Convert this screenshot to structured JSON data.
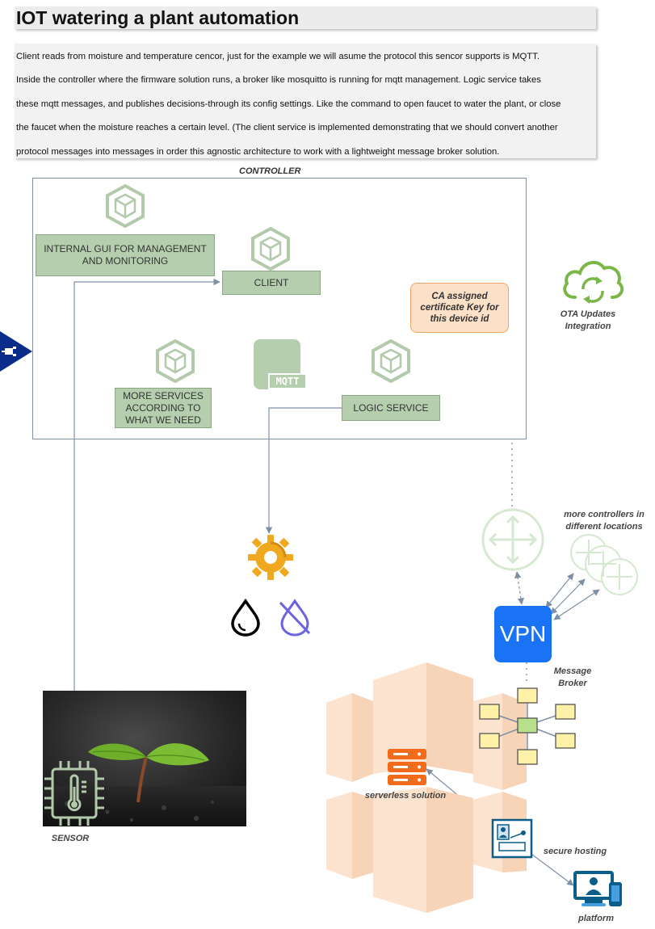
{
  "title": "IOT watering a plant automation",
  "description_lines": [
    "Client reads from moisture and temperature cencor, just for the example we will asume the protocol this sencor supports is MQTT.",
    "Inside the controller where the firmware solution runs, a broker like mosquitto is running for mqtt management. Logic service takes",
    "these mqtt messages, and publishes decisions-through its config settings. Like the command to open faucet to water the plant, or close",
    "the faucet when the moisture reaches a certain level. (The client service is implemented demonstrating that we should convert another",
    "protocol messages into messages in order this agnostic architecture to work with a lightweight message broker solution."
  ],
  "controller_label": "CONTROLLER",
  "boxes": {
    "gui": "INTERNAL GUI FOR MANAGEMENT AND MONITORING",
    "client": "CLIENT",
    "more_services": "MORE SERVICES ACCORDING TO WHAT WE NEED",
    "logic": "LOGIC SERVICE",
    "ca": "CA assigned certificate Key for this device id"
  },
  "mqtt_label": "MQTT",
  "ota_label": "OTA Updates Integration",
  "more_controllers_label": "more controllers  in different locations",
  "vpn_label": "VPN",
  "message_broker_label": "Message Broker",
  "serverless_label": "serverless solution",
  "secure_hosting_label": "secure hosting",
  "platform_label": "platform",
  "sensor_label": "SENSOR",
  "colors": {
    "service_green": "#b5cfae",
    "cube_green": "#b3c9ac",
    "ota_green": "#7ab648",
    "vpn_blue": "#1a73f5",
    "broker_yellow": "#fff2a8",
    "serverless_orange": "#f26a1b",
    "aws_block": "#fce3d0",
    "router_green": "#d6e8d2"
  }
}
